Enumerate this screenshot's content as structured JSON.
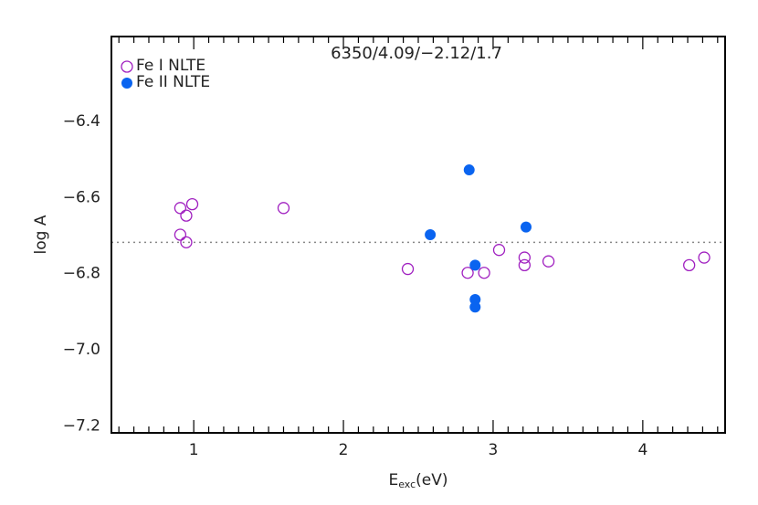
{
  "chart_data": {
    "type": "scatter",
    "title": "6350/4.09/−2.12/1.7",
    "xlabel": {
      "main": "E",
      "sub": "exc",
      "unit": "(eV)"
    },
    "ylabel": "log A",
    "xlim": [
      0.45,
      4.55
    ],
    "ylim": [
      -7.22,
      -6.18
    ],
    "xticks": [
      "1",
      "2",
      "3",
      "4"
    ],
    "yticks": [
      "−6.4",
      "−6.6",
      "−6.8",
      "−7.0",
      "−7.2"
    ],
    "reference_line": {
      "y": -6.72,
      "style": "dotted"
    },
    "legend_position": "top-left",
    "series": [
      {
        "name": "Fe I NLTE",
        "marker": "open-circle",
        "color": "#a020c0",
        "points": [
          [
            0.91,
            -6.63
          ],
          [
            0.99,
            -6.62
          ],
          [
            0.95,
            -6.65
          ],
          [
            0.91,
            -6.7
          ],
          [
            0.95,
            -6.72
          ],
          [
            1.6,
            -6.63
          ],
          [
            2.43,
            -6.79
          ],
          [
            2.83,
            -6.8
          ],
          [
            2.94,
            -6.8
          ],
          [
            3.04,
            -6.74
          ],
          [
            3.21,
            -6.76
          ],
          [
            3.21,
            -6.78
          ],
          [
            3.37,
            -6.77
          ],
          [
            4.31,
            -6.78
          ],
          [
            4.41,
            -6.76
          ]
        ]
      },
      {
        "name": "Fe II NLTE",
        "marker": "filled-circle",
        "color": "#0a64f0",
        "points": [
          [
            2.84,
            -6.53
          ],
          [
            2.58,
            -6.7
          ],
          [
            3.22,
            -6.68
          ],
          [
            2.88,
            -6.78
          ],
          [
            2.88,
            -6.87
          ],
          [
            2.88,
            -6.89
          ]
        ]
      }
    ]
  }
}
